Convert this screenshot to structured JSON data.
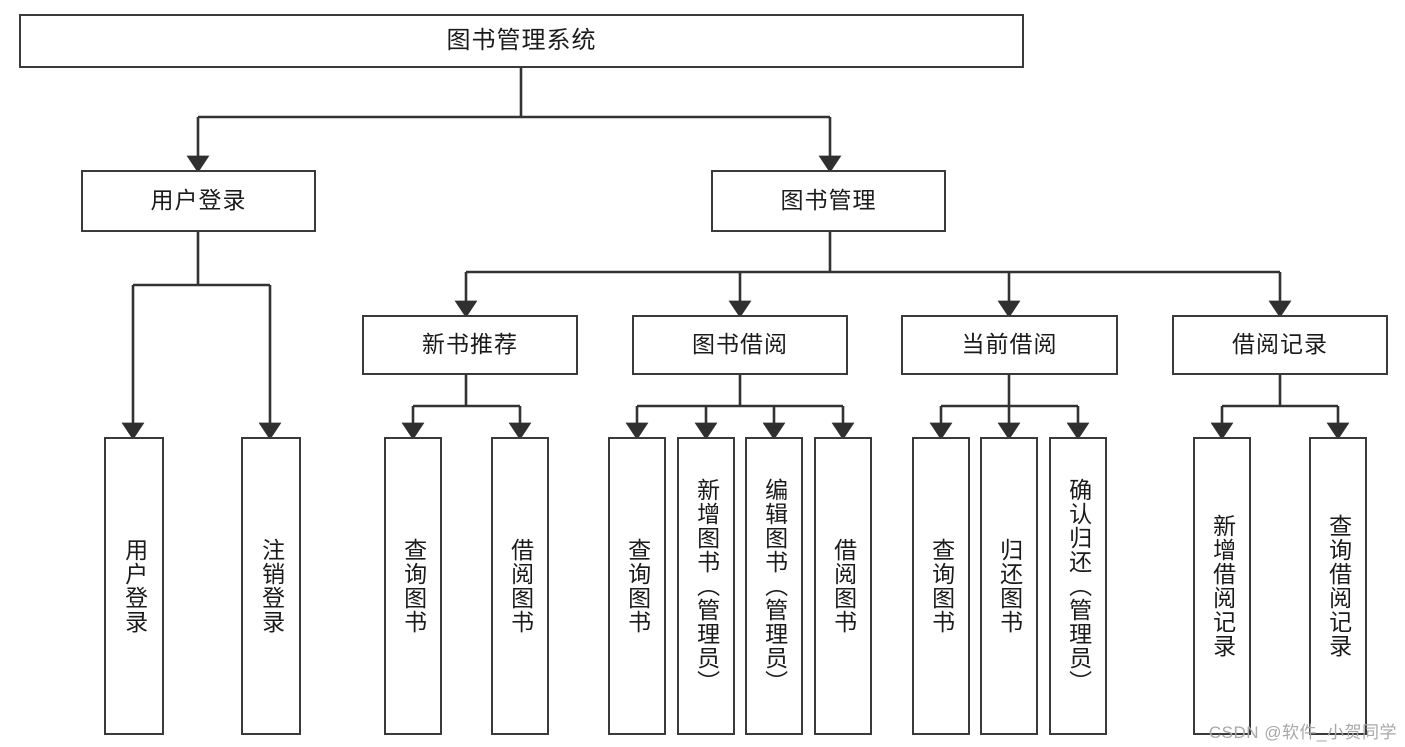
{
  "diagram": {
    "type": "tree",
    "title": "图书管理系统",
    "root": {
      "label": "图书管理系统"
    },
    "level2": [
      {
        "label": "用户登录"
      },
      {
        "label": "图书管理"
      }
    ],
    "level3": [
      {
        "label": "新书推荐"
      },
      {
        "label": "图书借阅"
      },
      {
        "label": "当前借阅"
      },
      {
        "label": "借阅记录"
      }
    ],
    "leaves": {
      "user_login": [
        {
          "label": "用户登录"
        },
        {
          "label": "注销登录"
        }
      ],
      "new_book_recommend": [
        {
          "label": "查询图书"
        },
        {
          "label": "借阅图书"
        }
      ],
      "book_borrow": [
        {
          "label": "查询图书"
        },
        {
          "label": "新增图书（管理员）"
        },
        {
          "label": "编辑图书（管理员）"
        },
        {
          "label": "借阅图书"
        }
      ],
      "current_borrow": [
        {
          "label": "查询图书"
        },
        {
          "label": "归还图书"
        },
        {
          "label": "确认归还（管理员）"
        }
      ],
      "borrow_records": [
        {
          "label": "新增借阅记录"
        },
        {
          "label": "查询借阅记录"
        }
      ]
    }
  },
  "watermark": {
    "text": "CSDN @软件_小贺同学"
  },
  "colors": {
    "box_border": "#3a3a3a",
    "box_fill": "#ffffff",
    "line": "#333333",
    "text": "#1b1b1b",
    "watermark": "#a8a8a8"
  }
}
